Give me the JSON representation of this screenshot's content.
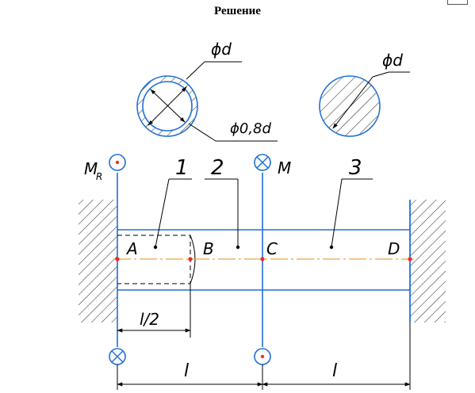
{
  "heading": "Решение",
  "labels": {
    "dia_outer_top": "ϕd",
    "dia_inner": "ϕ0,8d",
    "dia_solid": "ϕd",
    "moment_react": "M",
    "moment_react_sub": "R",
    "moment": "M",
    "part_1": "1",
    "part_2": "2",
    "part_3": "3",
    "pt_A": "A",
    "pt_B": "B",
    "pt_C": "C",
    "pt_D": "D",
    "half_len": "l/2",
    "len_left": "l",
    "len_right": "l"
  },
  "colors": {
    "shaft": "#1f6fd6",
    "axis": "#f0a040",
    "point": "#e8302a",
    "line": "#000000"
  }
}
